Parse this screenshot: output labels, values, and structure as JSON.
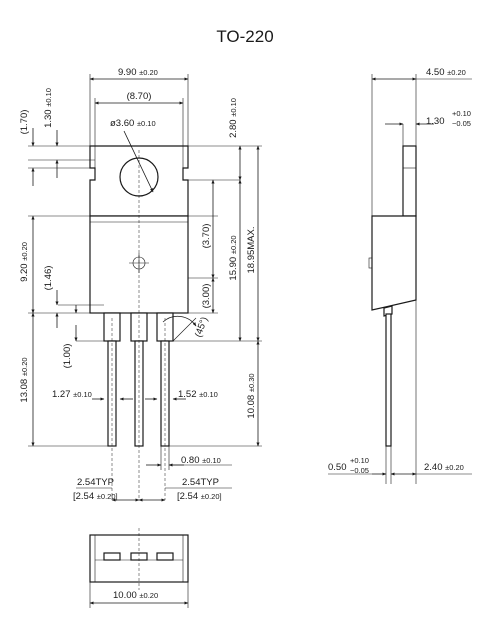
{
  "title": "TO-220",
  "dims": {
    "d990": "9.90",
    "t990": "±0.20",
    "d870": "(8.70)",
    "d360": "ø3.60",
    "t360": "±0.10",
    "d170": "(1.70)",
    "d130": "1.30",
    "t130": "±0.10",
    "d280": "2.80",
    "t280": "±0.10",
    "d370": "(3.70)",
    "d1590": "15.90",
    "t1590": "±0.20",
    "d1895": "18.95MAX.",
    "d920": "9.20",
    "t920": "±0.20",
    "d146": "(1.46)",
    "d300": "(3.00)",
    "d45": "(45°)",
    "d100": "(1.00)",
    "d1308": "13.08",
    "t1308": "±0.20",
    "d127": "1.27",
    "t127": "±0.10",
    "d152": "1.52",
    "t152": "±0.10",
    "d1008": "10.08",
    "t1008": "±0.30",
    "d080": "0.80",
    "t080": "±0.10",
    "d254typ": "2.54TYP",
    "d254b_open": "[2.54",
    "t254b": "±0.20]",
    "d450": "4.50",
    "t450": "±0.20",
    "d130s": "1.30",
    "t130s_up": "+0.10",
    "t130s_dn": "−0.05",
    "d050": "0.50",
    "t050_up": "+0.10",
    "t050_dn": "−0.05",
    "d240": "2.40",
    "t240": "±0.20",
    "d1000": "10.00",
    "t1000": "±0.20"
  }
}
